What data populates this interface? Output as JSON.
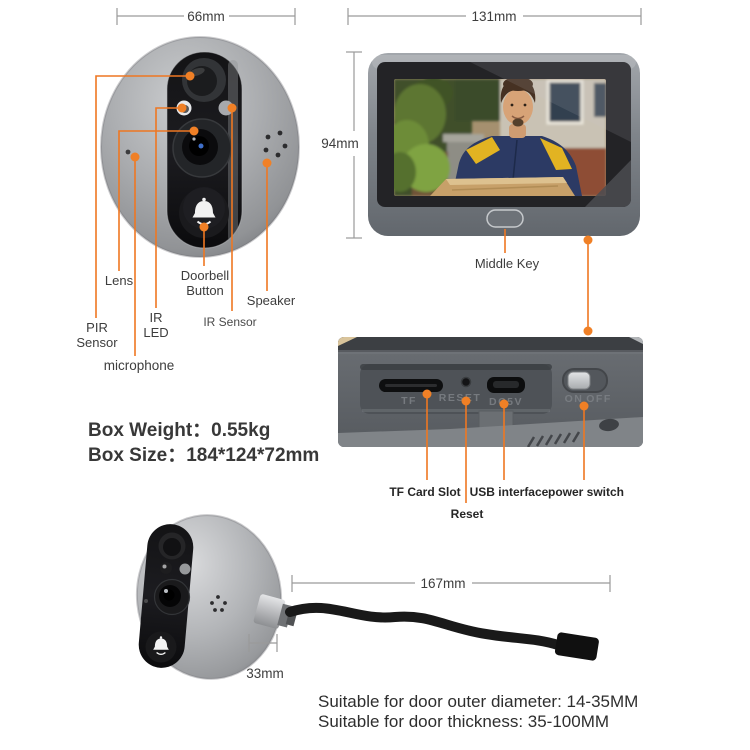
{
  "accent_color": "#EE7722",
  "dim_line_color": "#9A9A9A",
  "front_view": {
    "width_dim": "66mm",
    "labels": {
      "lens": "Lens",
      "pir_1": "PIR",
      "pir_2": "Sensor",
      "ir_led_1": "IR",
      "ir_led_2": "LED",
      "microphone": "microphone",
      "doorbell_1": "Doorbell",
      "doorbell_2": "Button",
      "ir_sensor": "IR Sensor",
      "speaker": "Speaker"
    }
  },
  "monitor_view": {
    "width_dim": "131mm",
    "height_dim": "94mm",
    "middle_key_label": "Middle Key"
  },
  "bottom_view": {
    "engraved": {
      "tf": "TF",
      "reset": "RESET",
      "dc5v": "DC5V",
      "on": "ON",
      "off": "OFF"
    },
    "labels": {
      "tf_card_slot": "TF Card Slot",
      "reset": "Reset",
      "usb_interface": "USB interface",
      "power_switch": "power switch"
    }
  },
  "box_info": {
    "weight": "Box Weight：0.55kg",
    "size": "Box Size：184*124*72mm"
  },
  "side_view": {
    "cable_dim": "167mm",
    "depth_dim": "33mm"
  },
  "compatibility": {
    "line1": "Suitable for door outer diameter: 14-35MM",
    "line2": "Suitable for door thickness: 35-100MM"
  }
}
